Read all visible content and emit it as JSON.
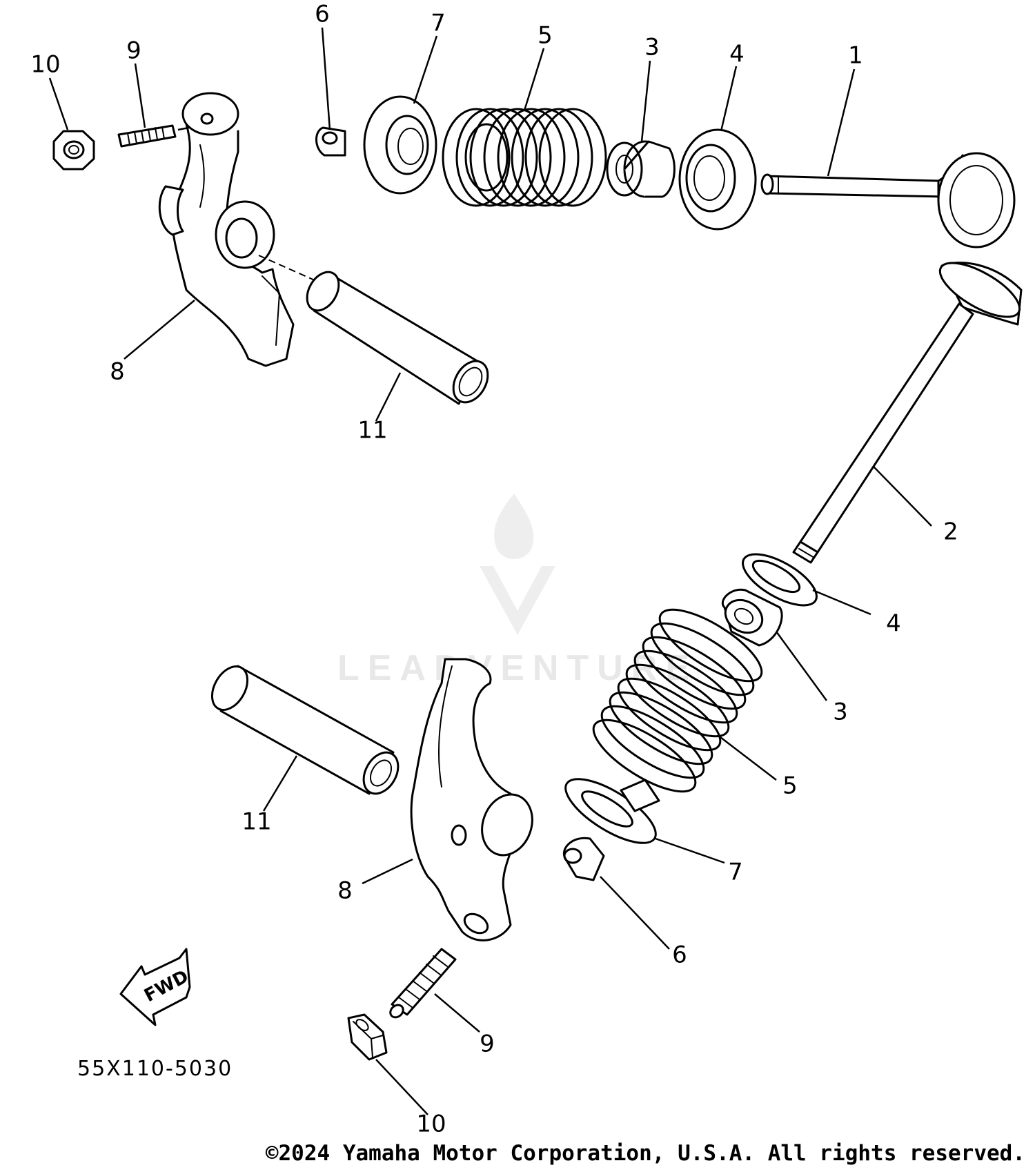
{
  "diagram": {
    "part_code": "55X110-5030",
    "fwd_label": "FWD",
    "watermark": "LEADVENTURE",
    "copyright": "©2024 Yamaha Motor Corporation, U.S.A. All rights reserved.",
    "callouts": {
      "top_10": "10",
      "top_9": "9",
      "top_6": "6",
      "top_7": "7",
      "top_5": "5",
      "top_3": "3",
      "top_4": "4",
      "top_1": "1",
      "top_8": "8",
      "top_11": "11",
      "right_2": "2",
      "right_4": "4",
      "right_3": "3",
      "right_5": "5",
      "right_7": "7",
      "right_6": "6",
      "bottom_11": "11",
      "bottom_8": "8",
      "bottom_9": "9",
      "bottom_10": "10"
    }
  }
}
